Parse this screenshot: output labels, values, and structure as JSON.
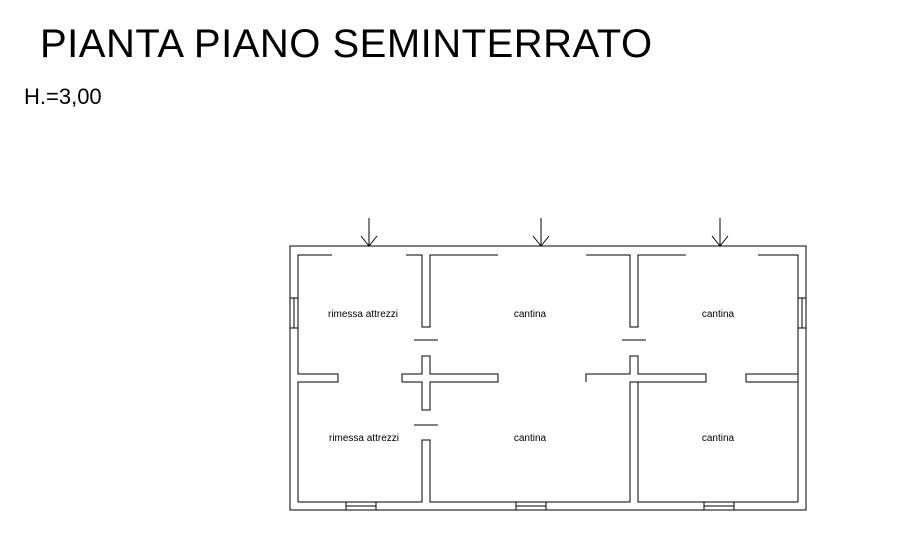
{
  "title": "PIANTA PIANO SEMINTERRATO",
  "height_label": "H.=3,00",
  "rooms": {
    "top_left": "rimessa attrezzi",
    "top_middle": "cantina",
    "top_right": "cantina",
    "bottom_left": "rimessa attrezzi",
    "bottom_middle": "cantina",
    "bottom_right": "cantina"
  }
}
